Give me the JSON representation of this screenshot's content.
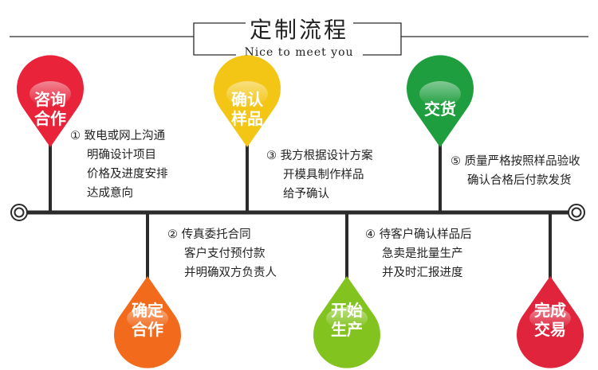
{
  "header": {
    "title": "定制流程",
    "subtitle": "Nice to meet you"
  },
  "colors": {
    "line": "#2b2b2b",
    "red": "#e8233a",
    "yellow": "#f3c615",
    "green": "#1e9e3e",
    "orange": "#f26b1d",
    "lime": "#83c31f",
    "crimson": "#e0243c"
  },
  "nodes": [
    {
      "line1": "咨询",
      "line2": "合作"
    },
    {
      "line1": "确认",
      "line2": "样品"
    },
    {
      "line1": "交货",
      "line2": ""
    },
    {
      "line1": "确定",
      "line2": "合作"
    },
    {
      "line1": "开始",
      "line2": "生产"
    },
    {
      "line1": "完成",
      "line2": "交易"
    }
  ],
  "steps": [
    {
      "lines": [
        "① 致电或网上沟通",
        "明确设计项目",
        "价格及进度安排",
        "达成意向"
      ]
    },
    {
      "lines": [
        "③ 我方根据设计方案",
        "开模具制作样品",
        "给予确认"
      ]
    },
    {
      "lines": [
        "⑤ 质量严格按照样品验收",
        "确认合格后付款发货"
      ]
    },
    {
      "lines": [
        "② 传真委托合同",
        "客户支付预付款",
        "并明确双方负责人"
      ]
    },
    {
      "lines": [
        "④ 待客户确认样品后",
        "急卖是批量生产",
        "并及时汇报进度"
      ]
    }
  ]
}
